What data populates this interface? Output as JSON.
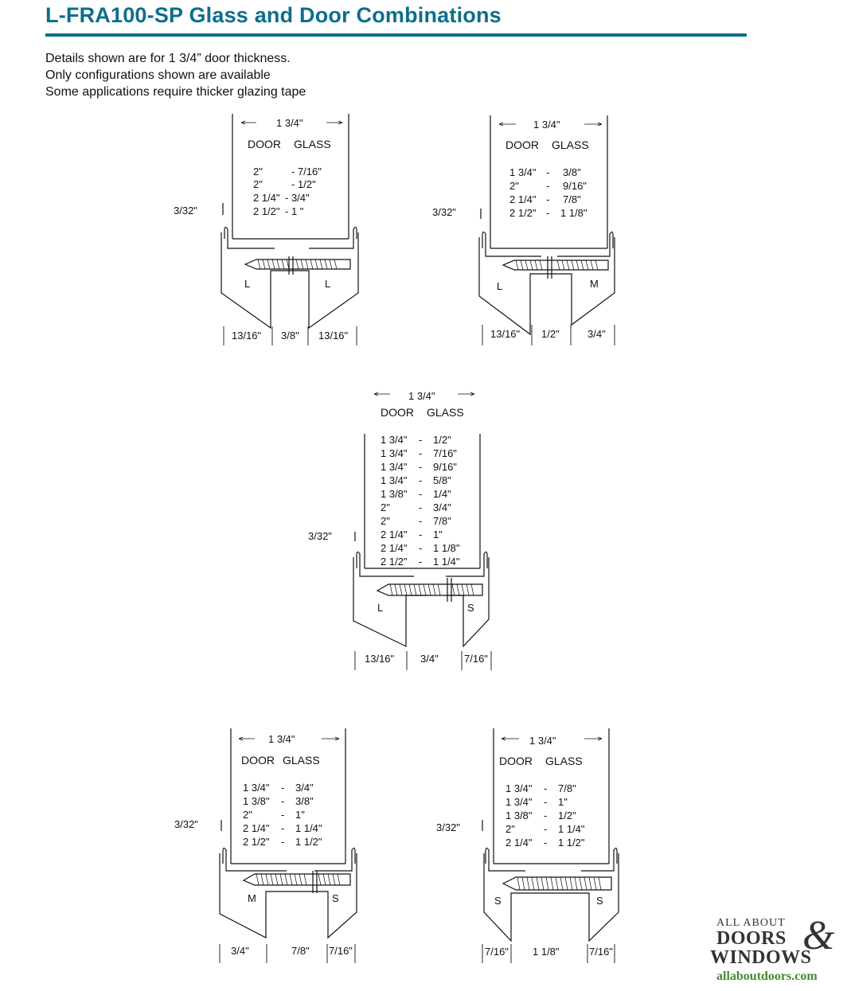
{
  "header": {
    "title": "L-FRA100-SP Glass and Door Combinations",
    "notes": [
      "Details shown are for 1 3/4” door thickness.",
      "Only configurations shown are available",
      "Some applications require thicker glazing tape"
    ]
  },
  "labels": {
    "width": "1 3/4\"",
    "col_door": "DOOR",
    "col_glass": "GLASS",
    "gap": "3/32\""
  },
  "diagrams": [
    {
      "rows": [
        [
          "2\"",
          "- 7/16\""
        ],
        [
          "2\"",
          "- 1/2\""
        ],
        [
          "2 1/4\"",
          "- 3/4\""
        ],
        [
          "2 1/2\"",
          "- 1 \""
        ]
      ],
      "left_profile": "L",
      "right_profile": "L",
      "dims": [
        "13/16\"",
        "3/8\"",
        "13/16\""
      ]
    },
    {
      "rows": [
        [
          "1 3/4\"",
          "-",
          "3/8\""
        ],
        [
          "2\"",
          "-",
          "9/16\""
        ],
        [
          "2 1/4\"",
          "-",
          "7/8\""
        ],
        [
          "2 1/2\"",
          "-",
          "1 1/8\""
        ]
      ],
      "left_profile": "L",
      "right_profile": "M",
      "dims": [
        "13/16\"",
        "1/2\"",
        "3/4\""
      ]
    },
    {
      "rows": [
        [
          "1 3/4\"",
          "-",
          "1/2\""
        ],
        [
          "1 3/4\"",
          "-",
          "7/16\""
        ],
        [
          "1 3/4\"",
          "-",
          "9/16\""
        ],
        [
          "1 3/4\"",
          "-",
          "5/8\""
        ],
        [
          "1 3/8\"",
          "-",
          "1/4\""
        ],
        [
          "2\"",
          "-",
          "3/4\""
        ],
        [
          "2\"",
          "-",
          "7/8\""
        ],
        [
          "2 1/4\"",
          "-",
          "1\""
        ],
        [
          "2 1/4\"",
          "-",
          "1 1/8\""
        ],
        [
          "2 1/2\"",
          "-",
          "1 1/4\""
        ]
      ],
      "left_profile": "L",
      "right_profile": "S",
      "dims": [
        "13/16\"",
        "3/4\"",
        "7/16\""
      ]
    },
    {
      "rows": [
        [
          "1 3/4\"",
          "-",
          "3/4\""
        ],
        [
          "1 3/8\"",
          "-",
          "3/8\""
        ],
        [
          "2\"",
          "-",
          "1\""
        ],
        [
          "2 1/4\"",
          "-",
          "1 1/4\""
        ],
        [
          "2 1/2\"",
          "-",
          "1 1/2\""
        ]
      ],
      "left_profile": "M",
      "right_profile": "S",
      "dims": [
        "3/4\"",
        "7/8\"",
        "7/16\""
      ]
    },
    {
      "rows": [
        [
          "1 3/4\"",
          "-",
          "7/8\""
        ],
        [
          "1 3/4\"",
          "-",
          "1\""
        ],
        [
          "1 3/8\"",
          "-",
          "1/2\""
        ],
        [
          "2\"",
          "-",
          "1 1/4\""
        ],
        [
          "2 1/4\"",
          "-",
          "1 1/2\""
        ]
      ],
      "left_profile": "S",
      "right_profile": "S",
      "dims": [
        "7/16\"",
        "1 1/8\"",
        "7/16\""
      ]
    }
  ],
  "logo": {
    "line1": "ALL ABOUT",
    "line2": "DOORS",
    "ampersand": "&",
    "line3": "WINDOWS",
    "url": "allaboutdoors.com"
  }
}
